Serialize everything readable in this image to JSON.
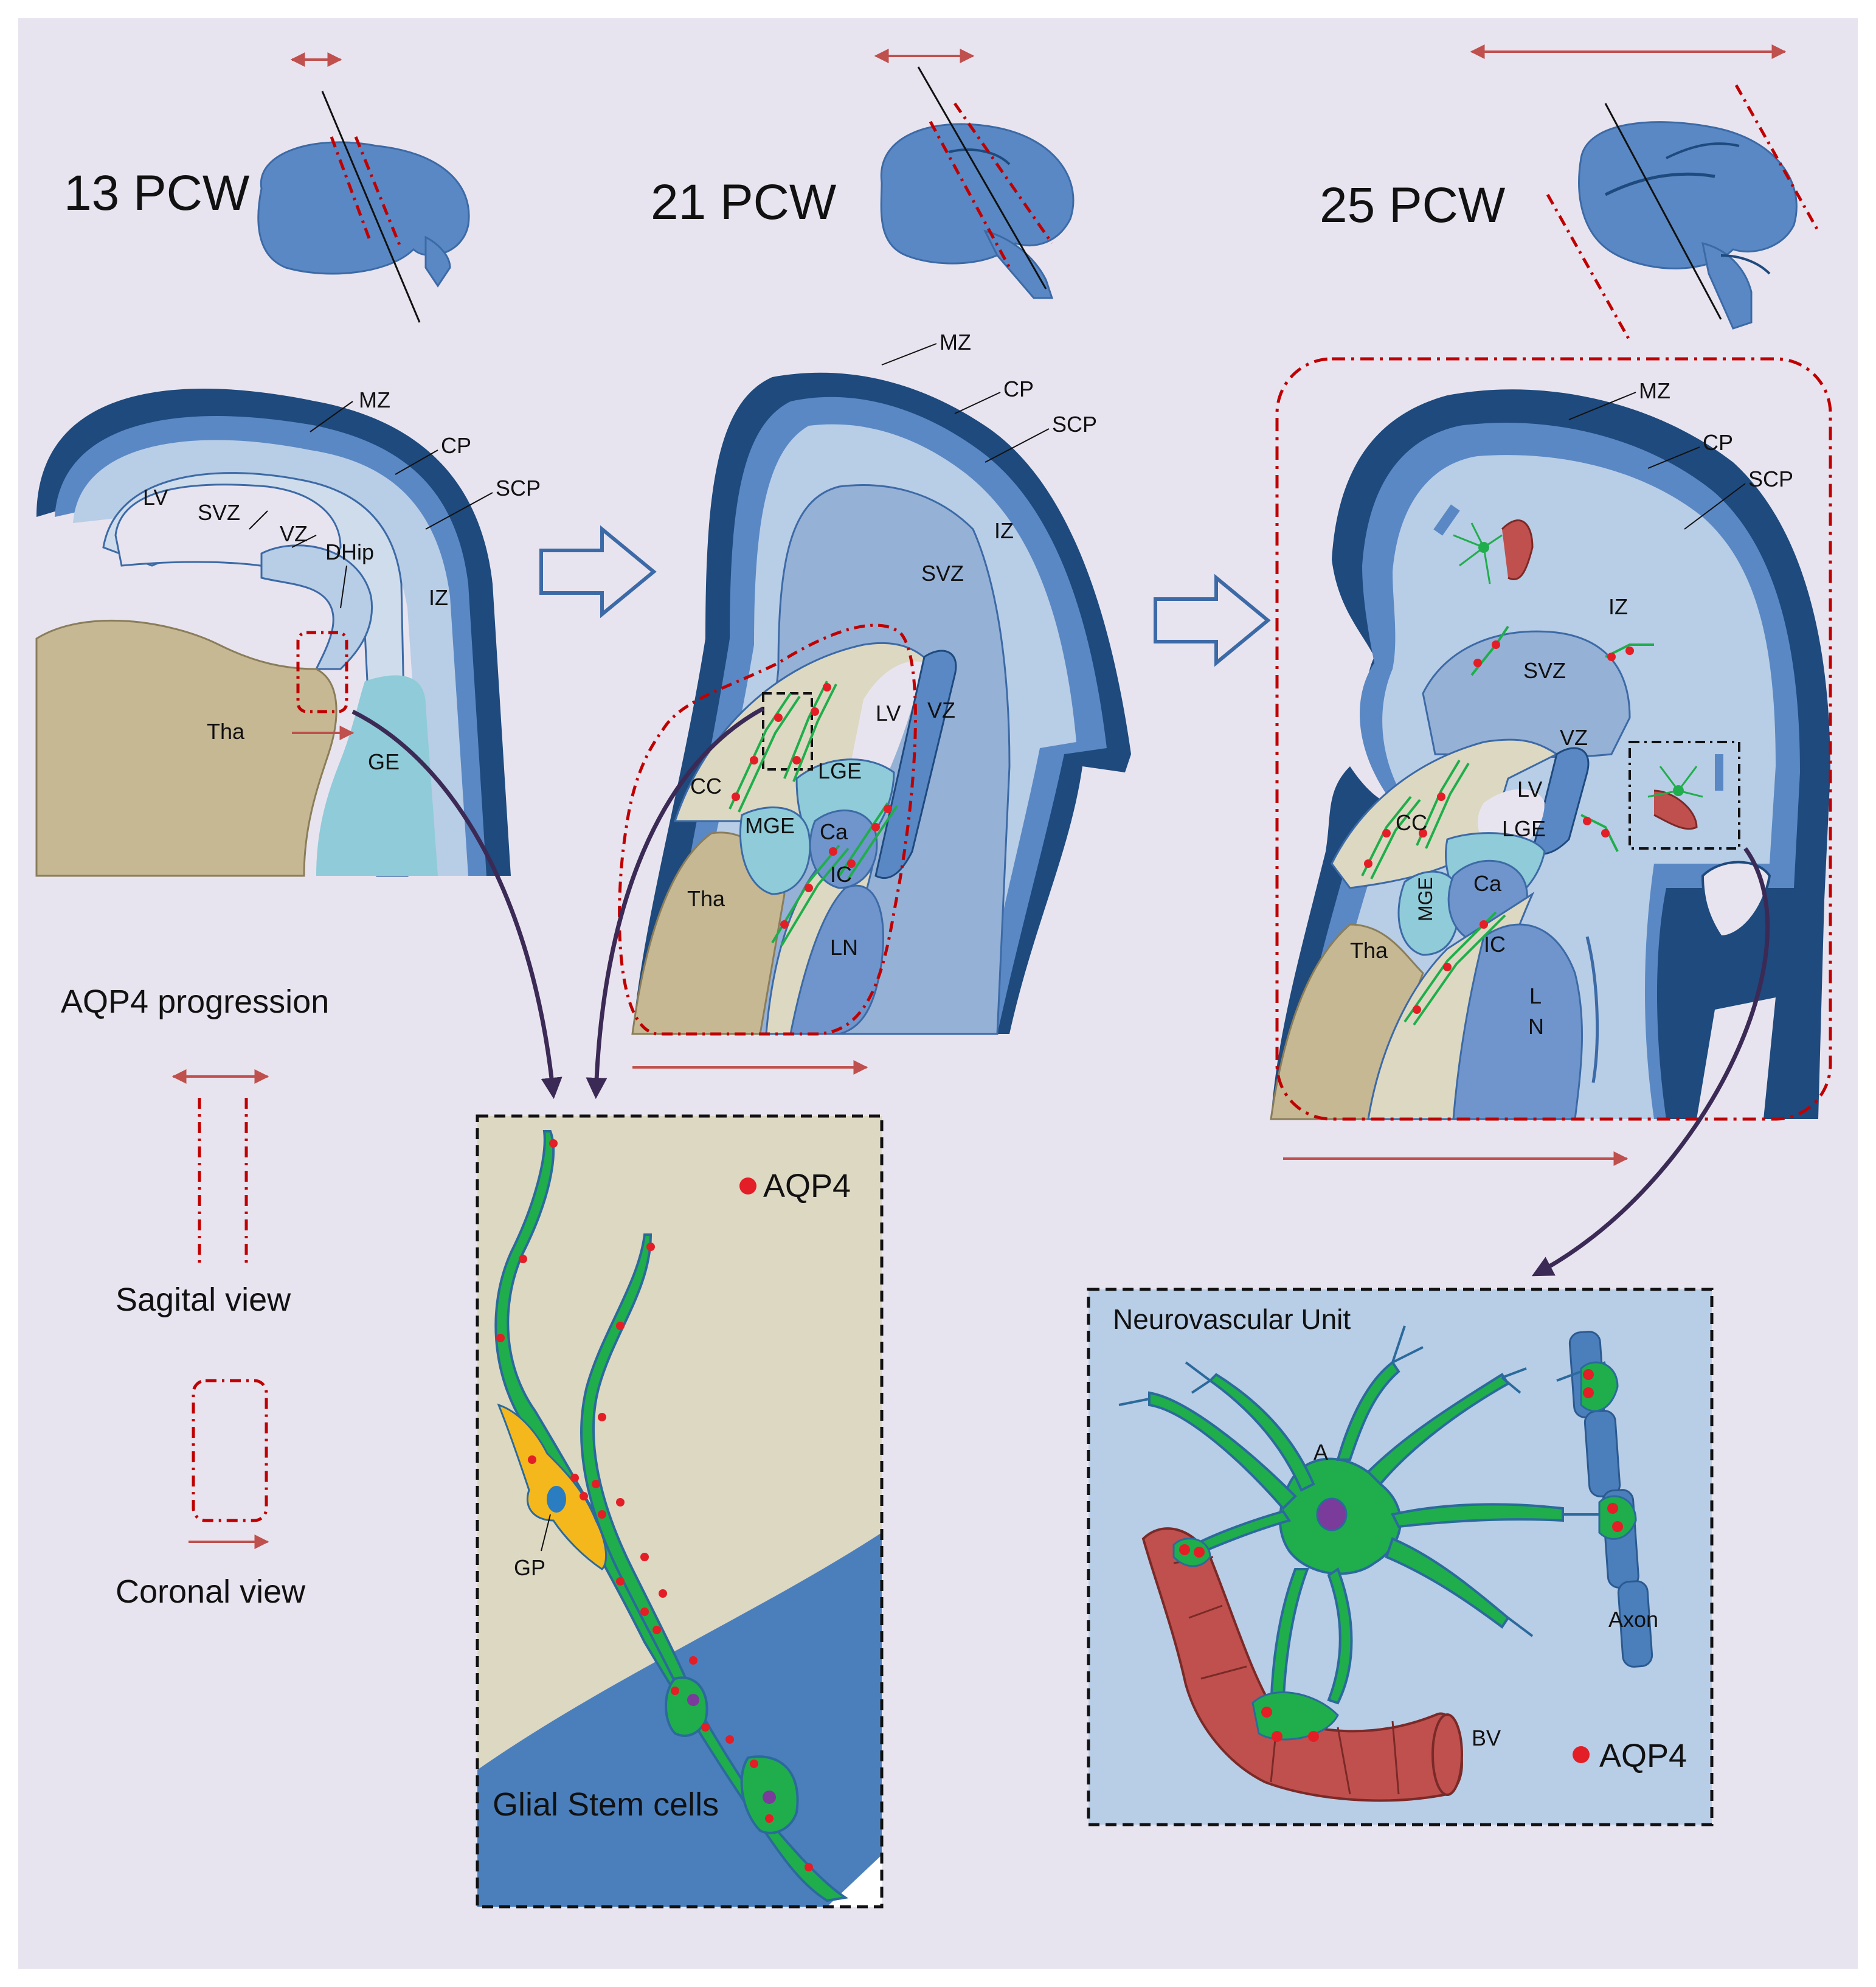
{
  "stages": [
    {
      "label": "13 PCW"
    },
    {
      "label": "21 PCW"
    },
    {
      "label": "25 PCW"
    }
  ],
  "stage13": {
    "MZ": "MZ",
    "CP": "CP",
    "SCP": "SCP",
    "LV": "LV",
    "SVZ": "SVZ",
    "VZ": "VZ",
    "DHip": "DHip",
    "IZ": "IZ",
    "Tha": "Tha",
    "GE": "GE"
  },
  "stage21": {
    "MZ": "MZ",
    "CP": "CP",
    "SCP": "SCP",
    "IZ": "IZ",
    "SVZ": "SVZ",
    "LV": "LV",
    "VZ": "VZ",
    "LGE": "LGE",
    "CC": "CC",
    "MGE": "MGE",
    "Ca": "Ca",
    "IC": "IC",
    "Tha": "Tha",
    "LN": "LN"
  },
  "stage25": {
    "MZ": "MZ",
    "CP": "CP",
    "SCP": "SCP",
    "IZ": "IZ",
    "SVZ": "SVZ",
    "VZ": "VZ",
    "LV": "LV",
    "LGE": "LGE",
    "CC": "CC",
    "MGE": "MGE",
    "Ca": "Ca",
    "IC": "IC",
    "Tha": "Tha",
    "L": "L",
    "N": "N"
  },
  "legend": {
    "title": "AQP4 progression",
    "sagital": "Sagital view",
    "coronal": "Coronal view"
  },
  "glial_panel": {
    "title": "Glial Stem cells",
    "gp": "GP",
    "aqp4": "AQP4"
  },
  "nvu_panel": {
    "title": "Neurovascular Unit",
    "astro": "A",
    "axon": "Axon",
    "bv": "BV",
    "aqp4": "AQP4"
  },
  "colors": {
    "background": "#e8e4ef",
    "cortex_dark": "#1e4a7e",
    "cortex_mid": "#5a88c4",
    "cortex_light": "#b8cde6",
    "thalamus": "#c6b893",
    "ge": "#8fcbd8",
    "aqp4": "#e41e26",
    "glia": "#1fae4b",
    "vessel": "#c0504d",
    "arrow_red": "#c0504d",
    "dash_red": "#c00000",
    "arrow_purple": "#3b2a55"
  }
}
